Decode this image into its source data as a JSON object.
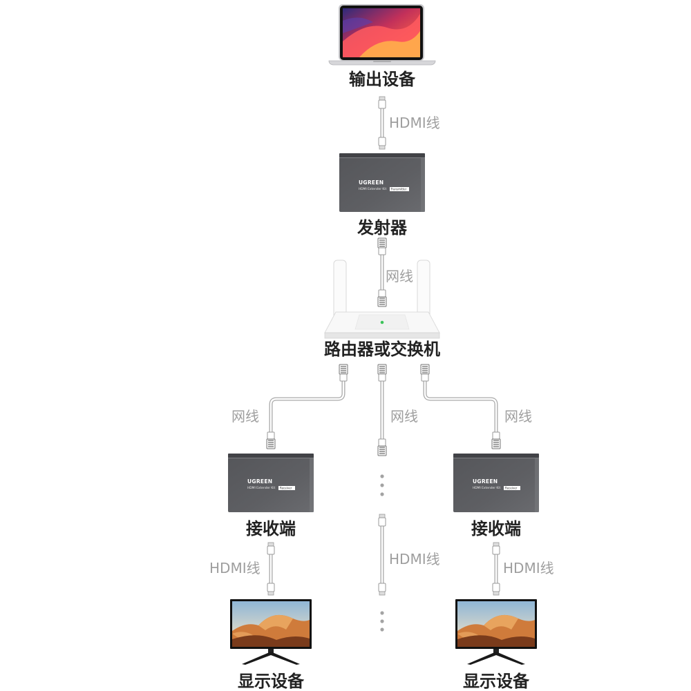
{
  "diagram": {
    "source": {
      "label": "输出设备"
    },
    "transmitter": {
      "label": "发射器",
      "brand": "UGREEN",
      "model": "HDMI Extender Kit",
      "badge": "Transmitter"
    },
    "switch": {
      "label": "路由器或交换机"
    },
    "receivers": [
      {
        "label": "接收端",
        "brand": "UGREEN",
        "model": "HDMI Extender Kit",
        "badge": "Receiver"
      },
      {
        "label": "接收端",
        "brand": "UGREEN",
        "model": "HDMI Extender Kit",
        "badge": "Receiver"
      }
    ],
    "displays": [
      {
        "label": "显示设备"
      },
      {
        "label": "显示设备"
      }
    ],
    "cables": {
      "source_to_transmitter": "HDMI线",
      "transmitter_to_switch": "网线",
      "switch_to_receiver_left": "网线",
      "switch_to_more": "网线",
      "switch_to_receiver_right": "网线",
      "receiver_left_to_display": "HDMI线",
      "more_to_display": "HDMI线",
      "receiver_right_to_display": "HDMI线"
    }
  },
  "colors": {
    "node_label": "#222222",
    "cable_label": "#9e9e9e",
    "extender_body": "#5b5c60",
    "status_led": "#3cc35a"
  }
}
